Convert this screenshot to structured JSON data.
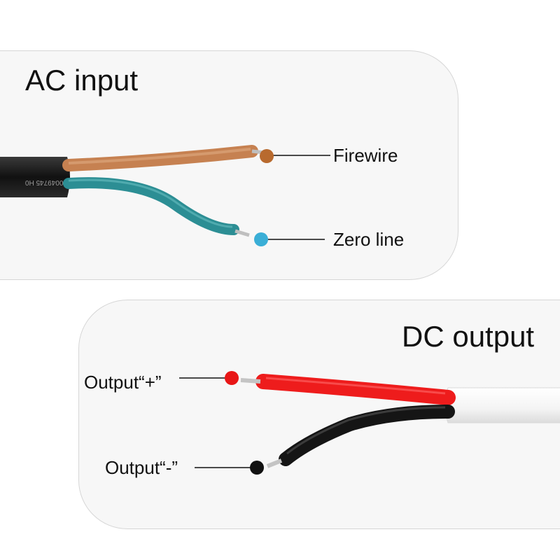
{
  "ac_section": {
    "title": "AC input",
    "cable_print": "00049745  H0",
    "wires": [
      {
        "label": "Firewire",
        "color": "#c97a3c",
        "dot_color": "#b86a2e"
      },
      {
        "label": "Zero line",
        "color": "#2f8f94",
        "dot_color": "#3aaed6"
      }
    ]
  },
  "dc_section": {
    "title": "DC output",
    "wires": [
      {
        "label": "Output“+”",
        "color": "#ee1c1c",
        "dot_color": "#e81616"
      },
      {
        "label": "Output“-”",
        "color": "#1a1a1a",
        "dot_color": "#111111"
      }
    ]
  }
}
